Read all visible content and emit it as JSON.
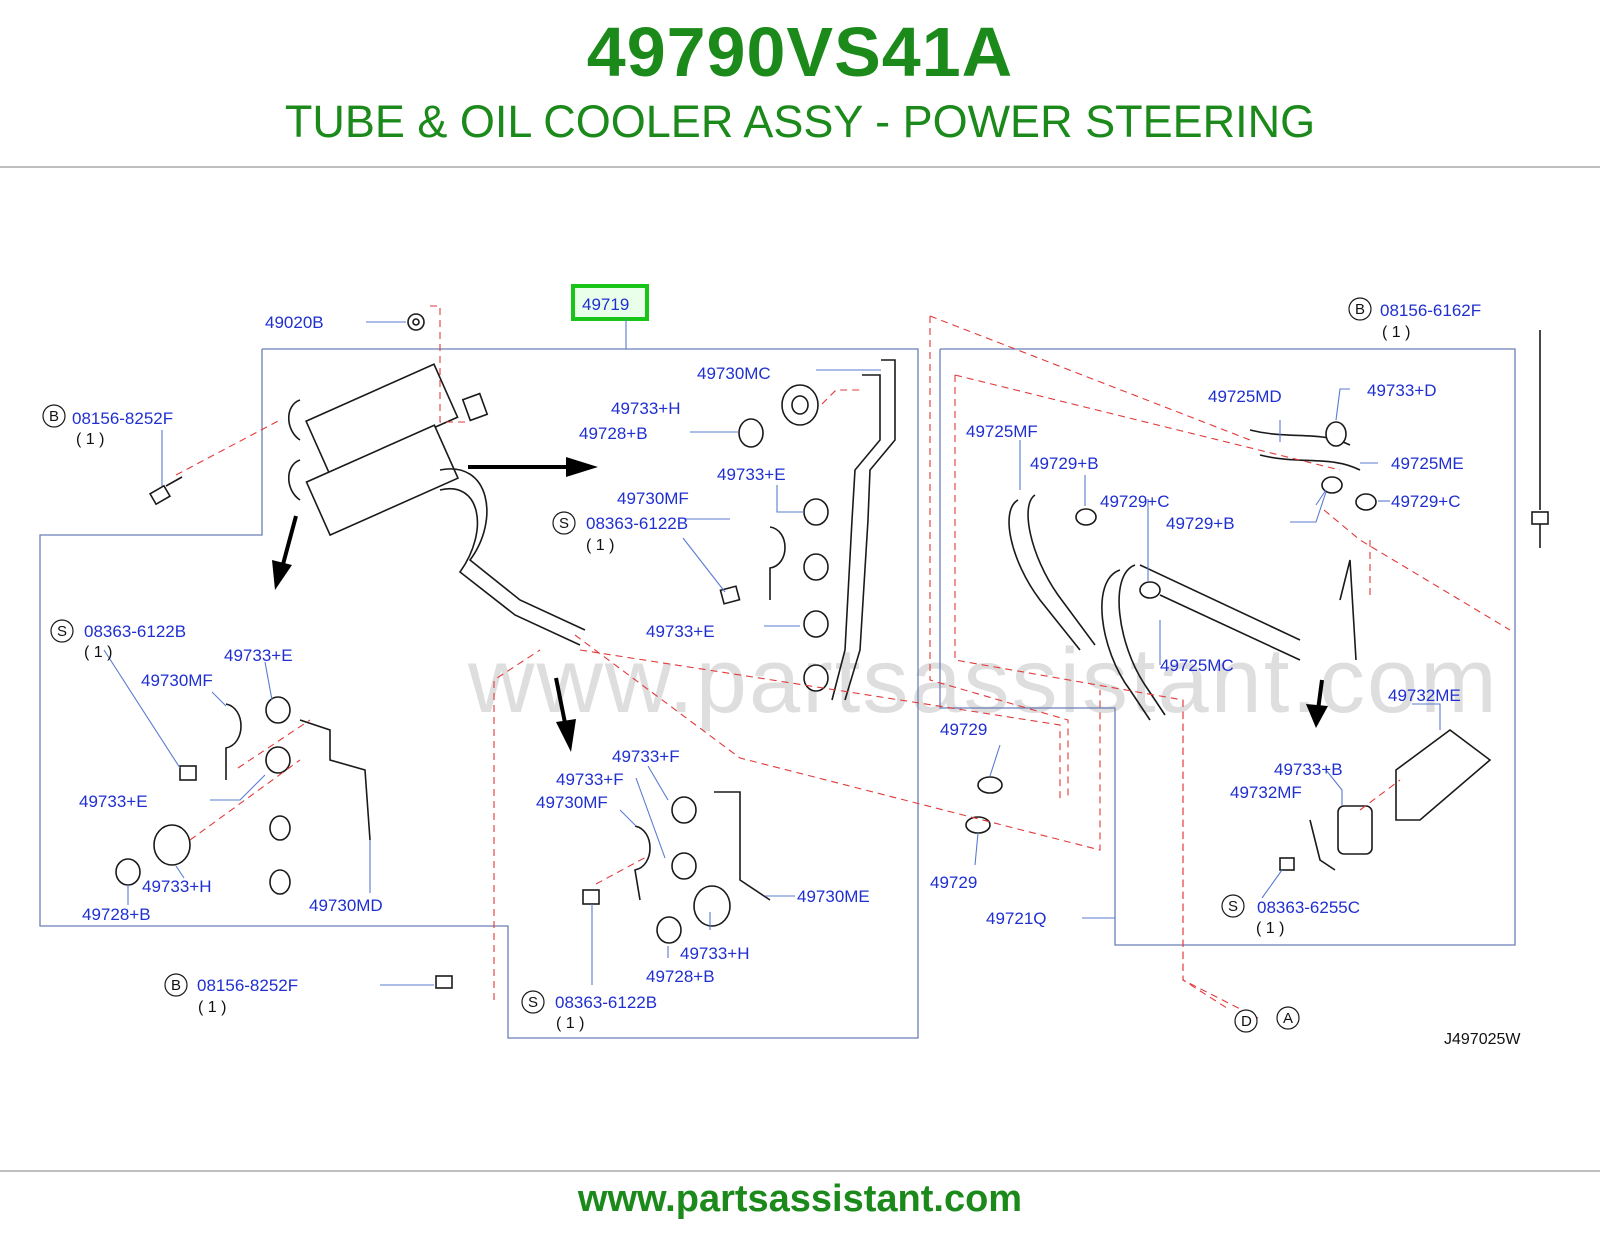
{
  "header": {
    "part_number": "49790VS41A",
    "description": "TUBE & OIL COOLER ASSY - POWER STEERING"
  },
  "diagram": {
    "highlighted_part": "49719",
    "drawing_code": "J497025W",
    "watermark": "www.partsassistant.com",
    "labels": {
      "p49020B": "49020B",
      "p49730MC": "49730MC",
      "p49733H_top": "49733+H",
      "p49728B_top": "49728+B",
      "p49733E_top": "49733+E",
      "p49730MF_top": "49730MF",
      "s_top_code": "08363-6122B",
      "s_top_qty": "( 1 )",
      "p49733E_mid": "49733+E",
      "b_left_code": "08156-8252F",
      "b_left_qty": "( 1 )",
      "s_left_code": "08363-6122B",
      "s_left_qty": "( 1 )",
      "p49733E_left": "49733+E",
      "p49730MF_left": "49730MF",
      "p49733E_left2": "49733+E",
      "p49733H_left": "49733+H",
      "p49728B_left": "49728+B",
      "p49730MD": "49730MD",
      "p49733F_a": "49733+F",
      "p49733F_b": "49733+F",
      "p49730MF_bot": "49730MF",
      "p49730ME": "49730ME",
      "p49733H_bot": "49733+H",
      "p49728B_bot": "49728+B",
      "s_bot_code": "08363-6122B",
      "s_bot_qty": "( 1 )",
      "b_bot_code": "08156-8252F",
      "b_bot_qty": "( 1 )",
      "b_right_code": "08156-6162F",
      "b_right_qty": "( 1 )",
      "p49725MD": "49725MD",
      "p49733D": "49733+D",
      "p49725MF": "49725MF",
      "p49729B_a": "49729+B",
      "p49725ME": "49725ME",
      "p49729C_a": "49729+C",
      "p49729C_b": "49729+C",
      "p49729B_b": "49729+B",
      "p49725MC": "49725MC",
      "p49732ME": "49732ME",
      "p49729_a": "49729",
      "p49729_b": "49729",
      "p49733B": "49733+B",
      "p49732MF": "49732MF",
      "s_right_code": "08363-6255C",
      "s_right_qty": "( 1 )",
      "p49721Q": "49721Q",
      "mark_B": "B",
      "mark_S": "S",
      "mark_D": "D",
      "mark_A": "A"
    }
  },
  "footer": {
    "url": "www.partsassistant.com"
  },
  "colors": {
    "brand_green": "#1b8a1b",
    "label_blue": "#1f2fd0",
    "highlight_green": "#18c418",
    "dashed_red": "#e23a3a"
  }
}
